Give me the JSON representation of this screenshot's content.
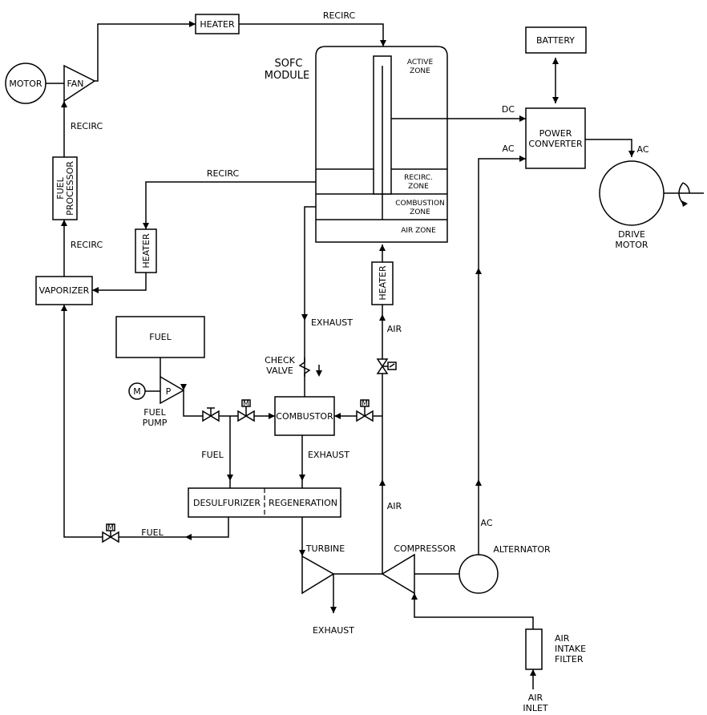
{
  "components": {
    "heater_top": "HEATER",
    "motor": "MOTOR",
    "fan": "FAN",
    "fuel_processor": [
      "FUEL",
      "PROCESSOR"
    ],
    "vaporizer": "VAPORIZER",
    "heater_left": "HEATER",
    "fuel_tank": "FUEL",
    "pump_letter": "P",
    "motor_letter": "M",
    "fuel_pump": [
      "FUEL",
      "PUMP"
    ],
    "sofc_module": [
      "SOFC",
      "MODULE"
    ],
    "active_zone": [
      "ACTIVE",
      "ZONE"
    ],
    "recirc_zone": [
      "RECIRC.",
      "ZONE"
    ],
    "combustion_zone": [
      "COMBUSTION",
      "ZONE"
    ],
    "air_zone": "AIR  ZONE",
    "heater_air": "HEATER",
    "check_valve": [
      "CHECK",
      "VALVE"
    ],
    "combustor": "COMBUSTOR",
    "desulfurizer": "DESULFURIZER",
    "regeneration": "REGENERATION",
    "turbine": "TURBINE",
    "compressor": "COMPRESSOR",
    "alternator": "ALTERNATOR",
    "battery": "BATTERY",
    "power_converter": [
      "POWER",
      "CONVERTER"
    ],
    "drive_motor": [
      "DRIVE",
      "MOTOR"
    ],
    "air_intake_filter": [
      "AIR",
      "INTAKE",
      "FILTER"
    ],
    "air_inlet": [
      "AIR",
      "INLET"
    ],
    "valve_m": "M"
  },
  "flows": {
    "recirc_top": "RECIRC",
    "recirc_fan": "RECIRC",
    "recirc_vaporizer": "RECIRC",
    "recirc_module": "RECIRC",
    "exhaust_module": "EXHAUST",
    "air_heater": "AIR",
    "fuel_split": "FUEL",
    "exhaust_combustor": "EXHAUST",
    "air_compressor": "AIR",
    "fuel_bottom": "FUEL",
    "exhaust_turbine": "EXHAUST",
    "ac_alternator": "AC",
    "dc_link": "DC",
    "ac_link": "AC",
    "ac_drive": "AC"
  }
}
